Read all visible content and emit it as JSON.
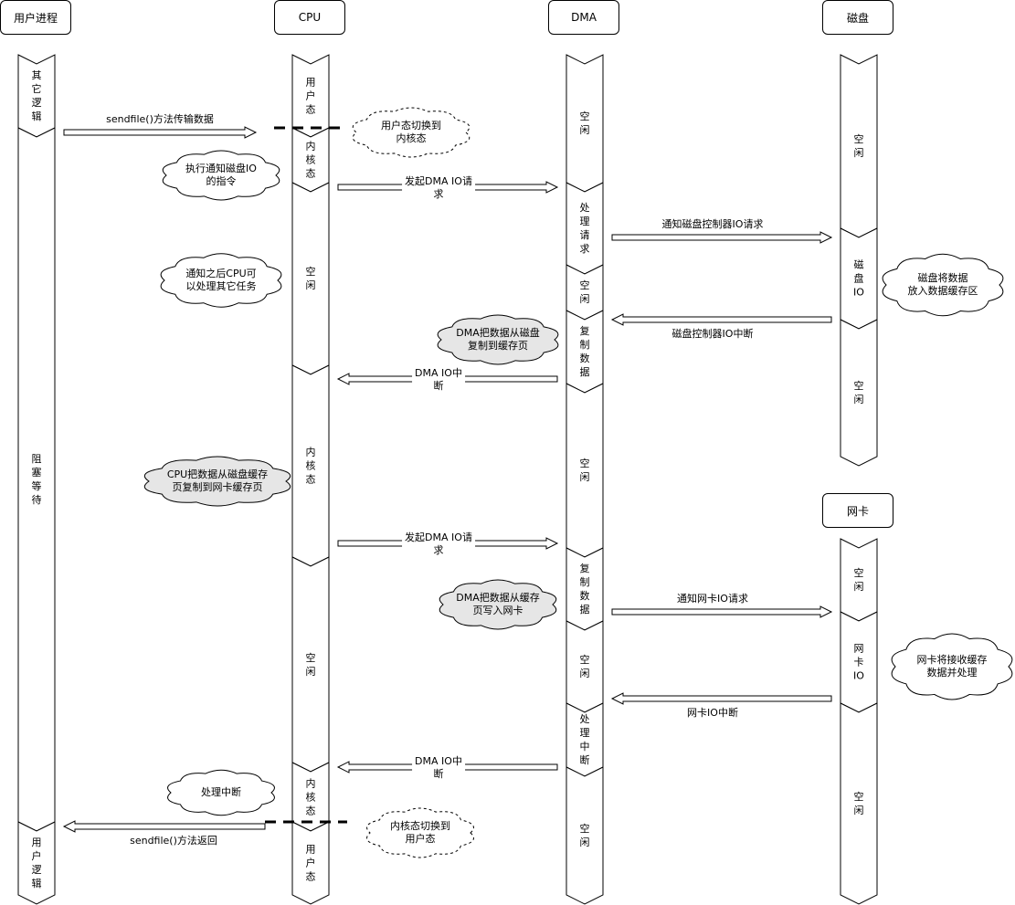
{
  "lanes": [
    {
      "id": "user",
      "header": "用户进程",
      "segments": [
        [
          "其",
          "它",
          "逻",
          "辑"
        ],
        [
          "阻",
          "塞",
          "等",
          "待"
        ],
        [
          "用",
          "户",
          "逻",
          "辑"
        ]
      ]
    },
    {
      "id": "cpu",
      "header": "CPU",
      "segments": [
        [
          "用",
          "户",
          "态"
        ],
        [
          "内",
          "核",
          "态"
        ],
        [
          "空",
          "闲"
        ],
        [
          "内",
          "核",
          "态"
        ],
        [
          "空",
          "闲"
        ],
        [
          "内",
          "核",
          "态"
        ],
        [
          "用",
          "户",
          "态"
        ]
      ]
    },
    {
      "id": "dma",
      "header": "DMA",
      "segments": [
        [
          "空",
          "闲"
        ],
        [
          "处",
          "理",
          "请",
          "求"
        ],
        [
          "空",
          "闲"
        ],
        [
          "复",
          "制",
          "数",
          "据"
        ],
        [
          "空",
          "闲"
        ],
        [
          "复",
          "制",
          "数",
          "据"
        ],
        [
          "空",
          "闲"
        ],
        [
          "处",
          "理",
          "中",
          "断"
        ],
        [
          "空",
          "闲"
        ]
      ]
    },
    {
      "id": "disk",
      "header": "磁盘",
      "segments": [
        [
          "空",
          "闲"
        ],
        [
          "磁",
          "盘",
          "IO"
        ],
        [
          "空",
          "闲"
        ]
      ]
    },
    {
      "id": "nic",
      "header": "网卡",
      "segments": [
        [
          "空",
          "闲"
        ],
        [
          "网",
          "卡",
          "IO"
        ],
        [
          "空",
          "闲"
        ]
      ]
    }
  ],
  "arrows": [
    {
      "label": "sendfile()方法传输数据",
      "direction": "right"
    },
    {
      "label": "发起DMA IO请\n求",
      "direction": "right"
    },
    {
      "label": "通知磁盘控制器IO请求",
      "direction": "right"
    },
    {
      "label": "磁盘控制器IO中断",
      "direction": "left"
    },
    {
      "label": "DMA IO中\n断",
      "direction": "left"
    },
    {
      "label": "发起DMA IO请\n求",
      "direction": "right"
    },
    {
      "label": "通知网卡IO请求",
      "direction": "right"
    },
    {
      "label": "网卡IO中断",
      "direction": "left"
    },
    {
      "label": "DMA IO中\n断",
      "direction": "left"
    },
    {
      "label": "sendfile()方法返回",
      "direction": "left"
    }
  ],
  "clouds": [
    {
      "lines": [
        "用户态切换到",
        "内核态"
      ],
      "style": "dashed"
    },
    {
      "lines": [
        "执行通知磁盘IO",
        "的指令"
      ],
      "style": "solid"
    },
    {
      "lines": [
        "通知之后CPU可",
        "以处理其它任务"
      ],
      "style": "solid"
    },
    {
      "lines": [
        "磁盘将数据",
        "放入数据缓存区"
      ],
      "style": "solid"
    },
    {
      "lines": [
        "DMA把数据从磁盘",
        "复制到缓存页"
      ],
      "style": "gray"
    },
    {
      "lines": [
        "CPU把数据从磁盘缓存",
        "页复制到网卡缓存页"
      ],
      "style": "gray"
    },
    {
      "lines": [
        "DMA把数据从缓存",
        "页写入网卡"
      ],
      "style": "gray"
    },
    {
      "lines": [
        "网卡将接收缓存",
        "数据并处理"
      ],
      "style": "solid"
    },
    {
      "lines": [
        "处理中断"
      ],
      "style": "solid"
    },
    {
      "lines": [
        "内核态切换到",
        "用户态"
      ],
      "style": "dashed"
    }
  ],
  "colors": {
    "line": "#000000",
    "gray_cloud": "#e6e6e6",
    "background": "#ffffff"
  }
}
